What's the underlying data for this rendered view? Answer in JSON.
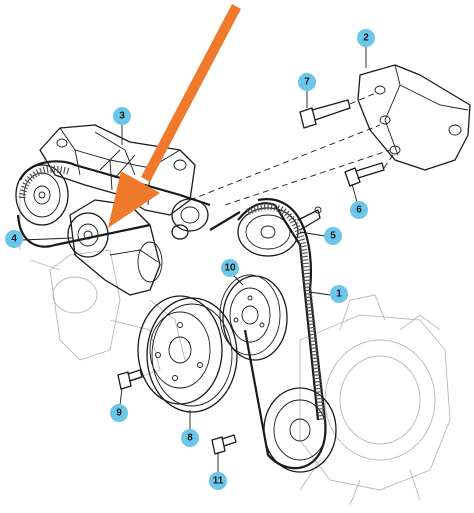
{
  "callouts": [
    {
      "id": "c1",
      "label": "1"
    },
    {
      "id": "c2",
      "label": "2"
    },
    {
      "id": "c3",
      "label": "3"
    },
    {
      "id": "c4",
      "label": "4"
    },
    {
      "id": "c5",
      "label": "5"
    },
    {
      "id": "c6",
      "label": "6"
    },
    {
      "id": "c7",
      "label": "7"
    },
    {
      "id": "c8",
      "label": "8"
    },
    {
      "id": "c9",
      "label": "9"
    },
    {
      "id": "c10",
      "label": "10"
    },
    {
      "id": "c11",
      "label": "11"
    }
  ],
  "colors": {
    "callout_fill": "#6cc6ea",
    "arrow": "#f07a2c",
    "line": "#1a1a1a"
  }
}
